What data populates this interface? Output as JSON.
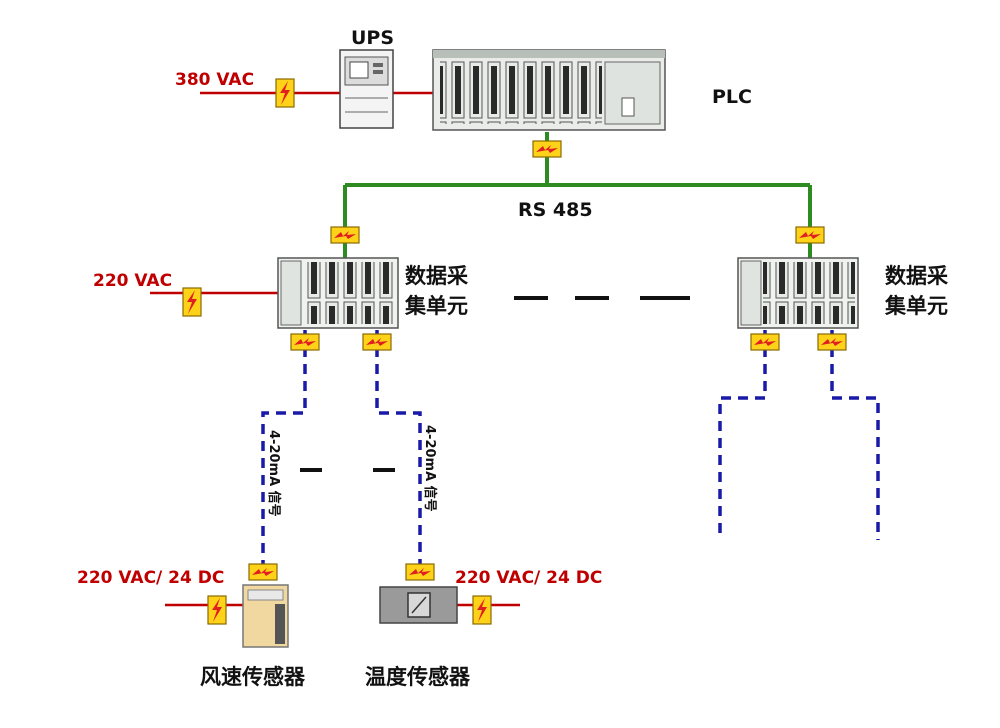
{
  "labels": {
    "ups": "UPS",
    "plc": "PLC",
    "rs485": "RS 485",
    "ups_power": "380 VAC",
    "unit_power": "220 VAC",
    "sensor_power_left": "220 VAC/ 24 DC",
    "sensor_power_right": "220 VAC/ 24 DC",
    "unit_left_line1": "数据采",
    "unit_left_line2": "集单元",
    "unit_right_line1": "数据采",
    "unit_right_line2": "集单元",
    "signal_left": "4-20mA 信号",
    "signal_right": "4-20mA 信号",
    "wind_sensor": "风速传感器",
    "temp_sensor": "温度传感器"
  },
  "colors": {
    "power_line": "#c00000",
    "bus_line": "#2e8b22",
    "signal_line": "#1a1aa8",
    "surge_protector_fill": "#ffd21a",
    "bolt": "#e02020"
  }
}
